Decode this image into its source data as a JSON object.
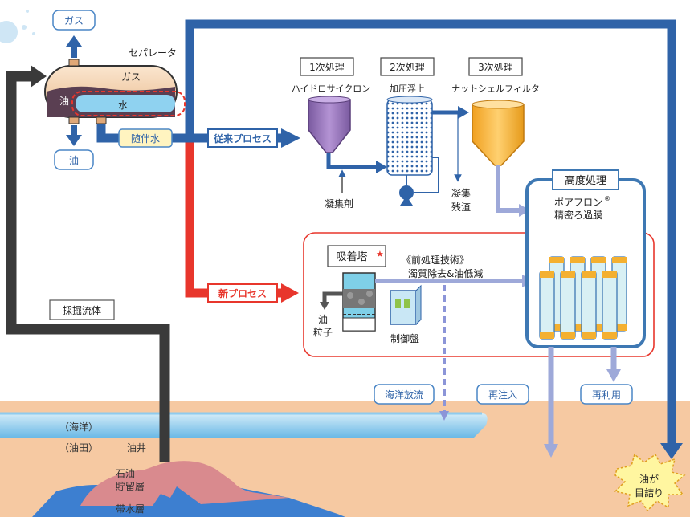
{
  "labels": {
    "gas_out": "ガス",
    "oil_out": "油",
    "separator": "セパレータ",
    "sep_gas": "ガス",
    "sep_oil": "油",
    "sep_water": "水",
    "produced_water": "随伴水",
    "conventional": "従来プロセス",
    "new_process": "新プロセス",
    "stage1": "1次処理",
    "stage1_name": "ハイドロサイクロン",
    "stage2": "2次処理",
    "stage2_name": "加圧浮上",
    "stage3": "3次処理",
    "stage3_name": "ナットシェルフィルタ",
    "flocculant": "凝集剤",
    "residue1": "凝集",
    "residue2": "残渣",
    "advanced": "高度処理",
    "membrane1": "ポアフロン",
    "reg_mark": "®",
    "membrane2": "精密ろ過膜",
    "adsorber": "吸着塔",
    "star": "★",
    "pretreat1": "《前処理技術》",
    "pretreat2": "濁質除去&油低減",
    "oil_particle1": "油",
    "oil_particle2": "粒子",
    "control_panel": "制御盤",
    "production_fluid": "採掘流体",
    "ocean_discharge": "海洋放流",
    "reinjection": "再注入",
    "reuse": "再利用",
    "ocean": "（海洋）",
    "oilfield": "（油田）",
    "well": "油井",
    "reservoir1": "石油",
    "reservoir2": "貯留層",
    "aquifer": "帯水層",
    "clog1": "油が",
    "clog2": "目詰り"
  },
  "colors": {
    "conventional_blue": "#2f63a8",
    "new_red": "#e8362c",
    "fluid_dark": "#3a3a3a",
    "treated_lavender": "#9ea9d9",
    "label_box_blue": "#4a86c6",
    "membrane_frame": "#3e78b3"
  }
}
